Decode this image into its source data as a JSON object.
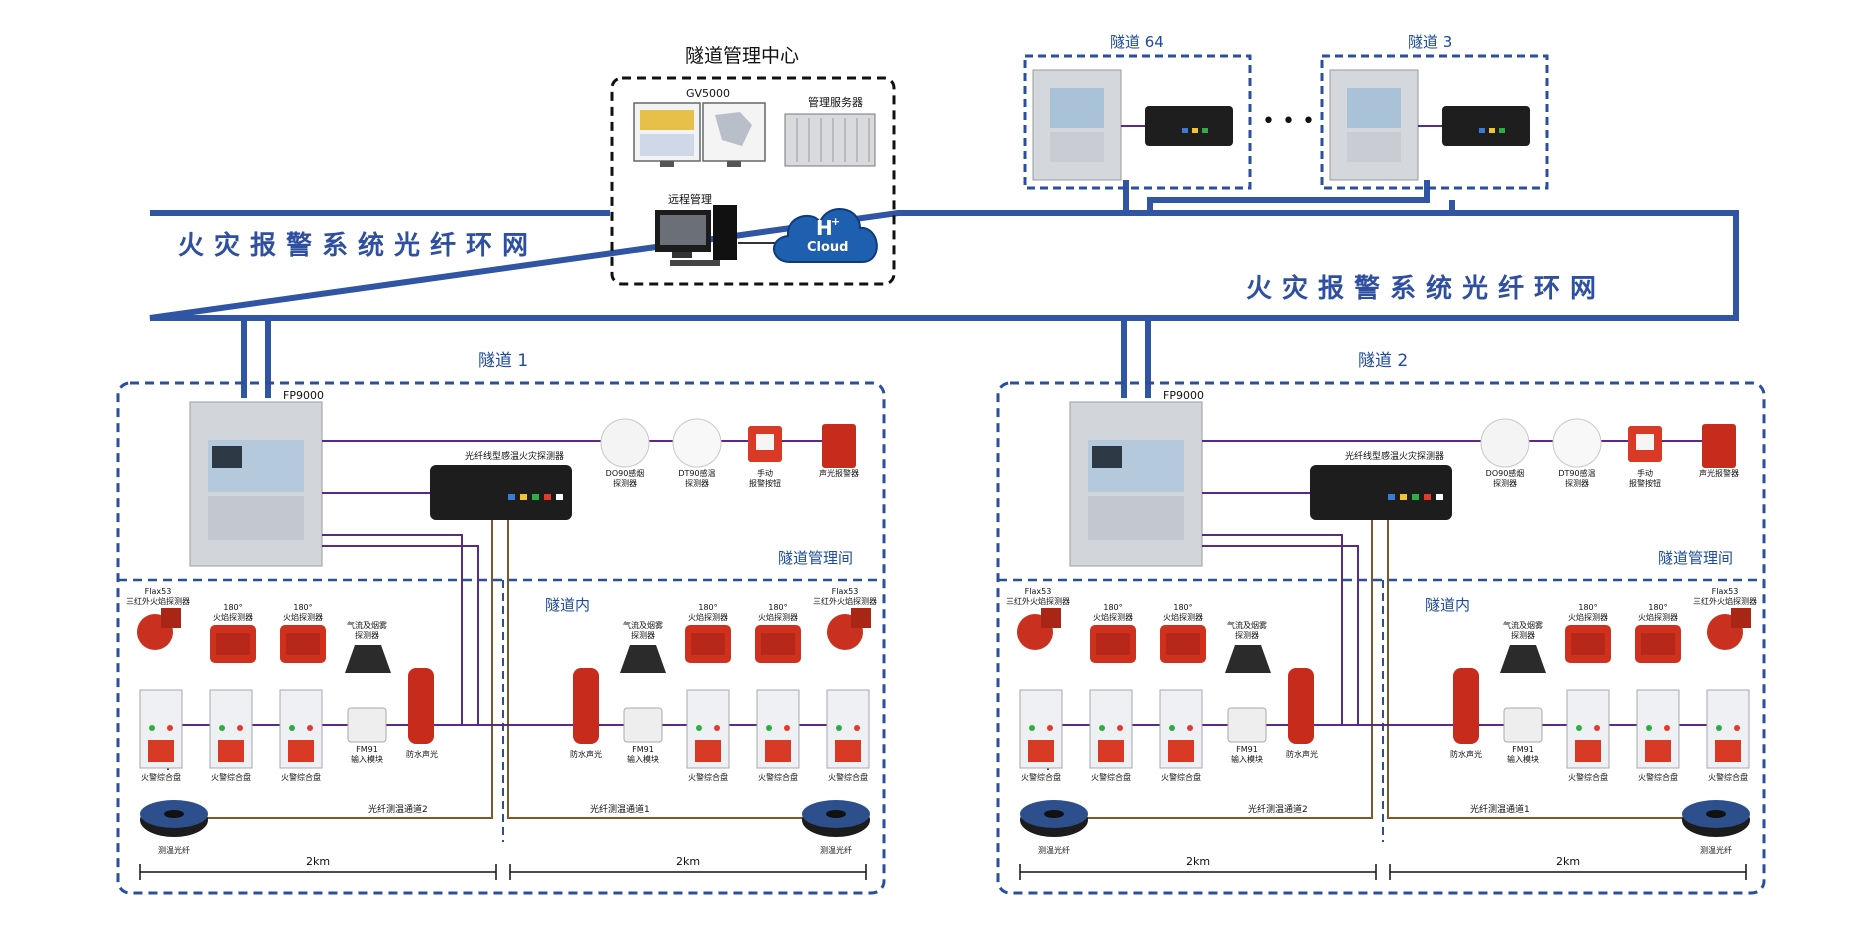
{
  "mgmt_center": {
    "title": "隧道管理中心",
    "gv5000": "GV5000",
    "server": "管理服务器",
    "remote": "远程管理",
    "cloud_h": "H",
    "cloud_plus": "+",
    "cloud_text": "Cloud"
  },
  "ring_label": "火灾报警系统光纤环网",
  "remote_tunnels": [
    {
      "title": "隧道 64"
    },
    {
      "title": "隧道 3"
    }
  ],
  "ellipsis": "• • •",
  "tunnels": [
    {
      "title": "隧道 1",
      "panel": "FP9000",
      "linear_detector": "光纤线型感温火灾探测器",
      "room": "隧道管理间",
      "inside": "隧道内",
      "devices_top": [
        {
          "label_1": "DO90感烟",
          "label_2": "探测器"
        },
        {
          "label_1": "DT90感温",
          "label_2": "探测器"
        },
        {
          "label_1": "手动",
          "label_2": "报警按钮"
        },
        {
          "label_1": "声光报警器",
          "label_2": ""
        }
      ],
      "flame_flax_1": "Flax53",
      "flame_flax_2": "三红外火焰探测器",
      "flame_180_1": "180°",
      "flame_180_2": "火焰探测器",
      "airflow_1": "气流及烟雾",
      "airflow_2": "探测器",
      "fm91_1": "FM91",
      "fm91_2": "输入模块",
      "waterproof": "防水声光",
      "box_label": "火警综合盘",
      "channel_2": "光纤测温通道2",
      "channel_1": "光纤测温通道1",
      "fiber": "测温光纤",
      "dist": "2km"
    },
    {
      "title": "隧道 2",
      "panel": "FP9000",
      "linear_detector": "光纤线型感温火灾探测器",
      "room": "隧道管理间",
      "inside": "隧道内",
      "devices_top": [
        {
          "label_1": "DO90感烟",
          "label_2": "探测器"
        },
        {
          "label_1": "DT90感温",
          "label_2": "探测器"
        },
        {
          "label_1": "手动",
          "label_2": "报警按钮"
        },
        {
          "label_1": "声光报警器",
          "label_2": ""
        }
      ],
      "flame_flax_1": "Flax53",
      "flame_flax_2": "三红外火焰探测器",
      "flame_180_1": "180°",
      "flame_180_2": "火焰探测器",
      "airflow_1": "气流及烟雾",
      "airflow_2": "探测器",
      "fm91_1": "FM91",
      "fm91_2": "输入模块",
      "waterproof": "防水声光",
      "box_label": "火警综合盘",
      "channel_2": "光纤测温通道2",
      "channel_1": "光纤测温通道1",
      "fiber": "测温光纤",
      "dist": "2km"
    }
  ],
  "colors": {
    "ring": "#2f55a4",
    "dash_border": "#2b4f9e",
    "purple_line": "#5b2a86",
    "brown_line": "#7a5a2c",
    "alarm_red": "#d93a26"
  }
}
